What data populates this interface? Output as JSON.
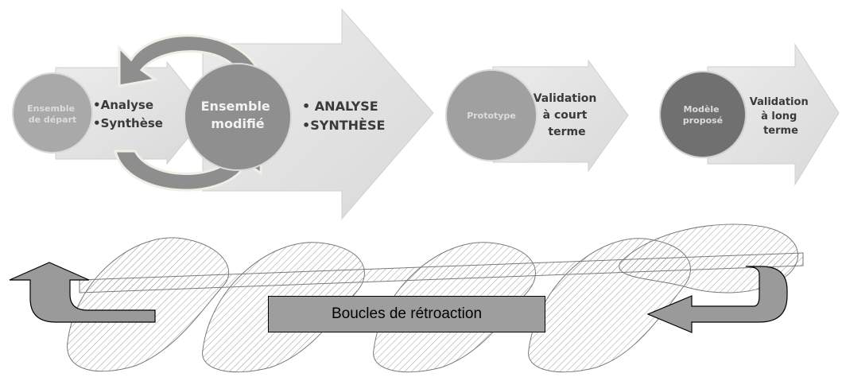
{
  "stage1": {
    "circle_label": [
      "Ensemble",
      "de départ"
    ],
    "bullets": [
      "•Analyse",
      "•Synthèse"
    ]
  },
  "stage2": {
    "circle_label": [
      "Ensemble",
      "modifié"
    ],
    "bullets": [
      "• ANALYSE",
      "•SYNTHÈSE"
    ]
  },
  "stage3": {
    "circle_label": "Prototype",
    "arrow_text": [
      "Validation",
      "à court",
      "terme"
    ]
  },
  "stage4": {
    "circle_label": [
      "Modèle",
      "proposé"
    ],
    "arrow_text": [
      "Validation",
      "à long",
      "terme"
    ]
  },
  "feedback": {
    "label": "Boucles de rétroaction"
  },
  "colors": {
    "arrow_fill": "#e4e4e4",
    "circle_light": "#a9a9a9",
    "circle_mid": "#8f8f8f",
    "circle_dark": "#707070",
    "feedback_box": "#9e9e9e"
  }
}
